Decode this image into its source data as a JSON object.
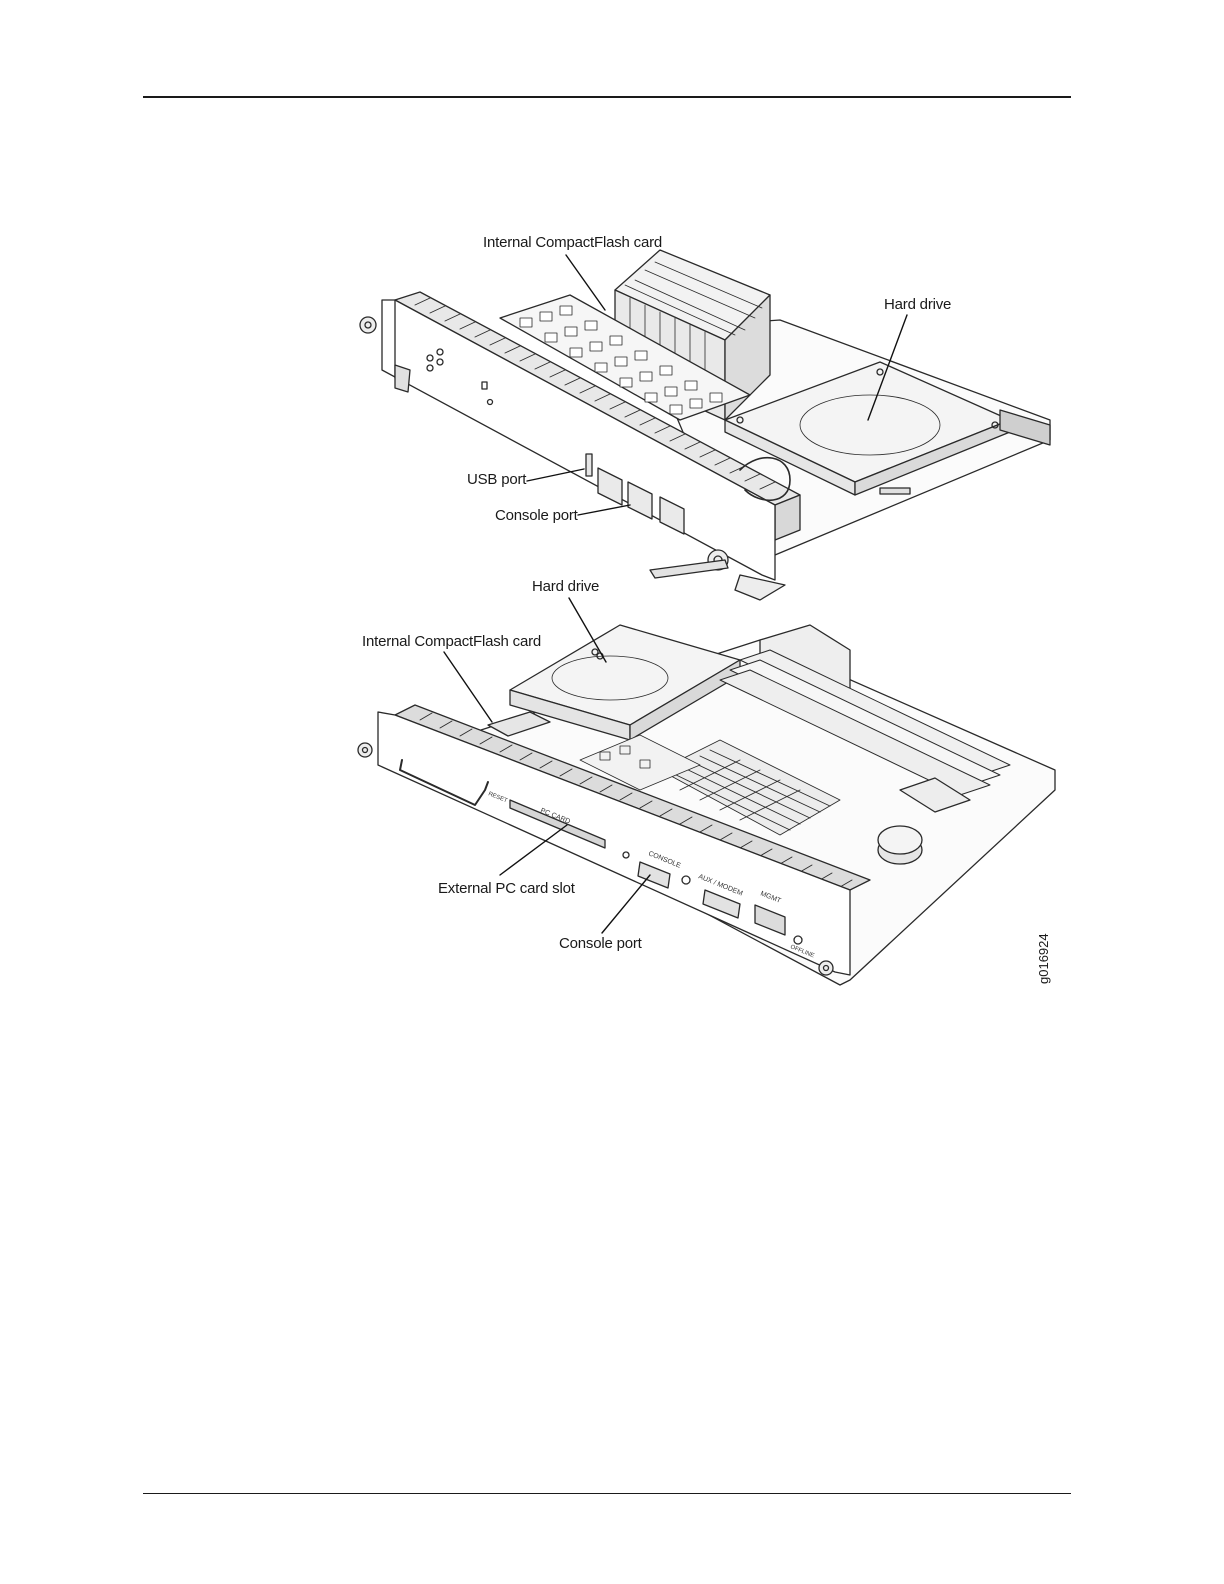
{
  "figure": {
    "id": "g016924",
    "callouts": {
      "top_compactflash": "Internal CompactFlash card",
      "top_hard_drive": "Hard drive",
      "top_usb_port": "USB port",
      "top_console_port": "Console port",
      "bottom_hard_drive": "Hard drive",
      "bottom_compactflash": "Internal CompactFlash card",
      "bottom_pc_card_slot": "External PC card slot",
      "bottom_console_port": "Console port"
    },
    "panel_labels": {
      "pc_card": "PC CARD",
      "console": "CONSOLE",
      "aux_modem": "AUX / MODEM",
      "mgmt": "MGMT",
      "offline": "OFFLINE",
      "reset": "RESET"
    }
  }
}
